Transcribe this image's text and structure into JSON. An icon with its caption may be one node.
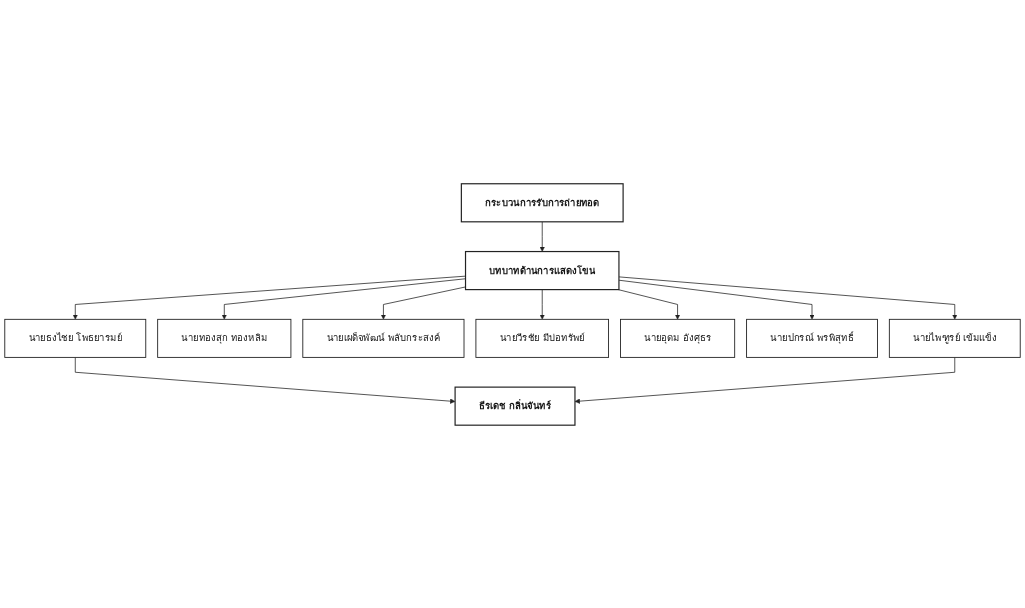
{
  "diagram": {
    "nodes": [
      {
        "text": [
          "กระบวนการรับการถ่ายทอด"
        ]
      },
      {
        "text": [
          "บทบาทด้านการแสดงโขน"
        ]
      },
      {
        "text": [
          "นายธงไชย โพธยารมย์"
        ]
      },
      {
        "text": [
          "นายทองสุก ทองหลิม"
        ]
      },
      {
        "text": [
          "นายเผด็จพัฒน์ พลับกระสงค์"
        ]
      },
      {
        "text": [
          "นายวีรชัย มีบ่อทรัพย์"
        ]
      },
      {
        "text": [
          "นายอุดม อังศุธร"
        ]
      },
      {
        "text": [
          "นายปกรณ์ พรพิสุทธิ์"
        ]
      },
      {
        "text": [
          "นายไพฑูรย์ เข้มแข็ง"
        ]
      },
      {
        "text": [
          "ธีรเดช กลิ่นจันทร์"
        ]
      }
    ],
    "edges": [
      {
        "from": 0,
        "to": 1,
        "arrow": "to"
      },
      {
        "from": 1,
        "to": 2,
        "arrow": "to"
      },
      {
        "from": 1,
        "to": 3,
        "arrow": "to"
      },
      {
        "from": 1,
        "to": 4,
        "arrow": "to"
      },
      {
        "from": 1,
        "to": 5,
        "arrow": "to"
      },
      {
        "from": 1,
        "to": 6,
        "arrow": "to"
      },
      {
        "from": 1,
        "to": 7,
        "arrow": "to"
      },
      {
        "from": 1,
        "to": 8,
        "arrow": "to"
      },
      {
        "from": 2,
        "to": 9,
        "arrow": "to"
      },
      {
        "from": 8,
        "to": 9,
        "arrow": "to"
      }
    ]
  }
}
